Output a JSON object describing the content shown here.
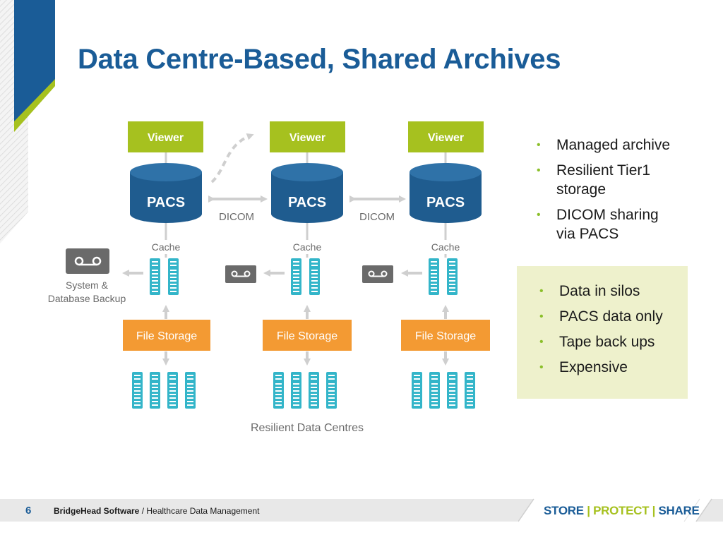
{
  "title": "Data Centre-Based, Shared Archives",
  "diagram": {
    "viewer_label": "Viewer",
    "pacs_label": "PACS",
    "dicom_label": "DICOM",
    "cache_label": "Cache",
    "file_storage_label": "File Storage",
    "backup_label_line1": "System &",
    "backup_label_line2": "Database Backup",
    "caption": "Resilient Data Centres"
  },
  "bullets_top": [
    "Managed archive",
    "Resilient Tier1",
    "storage",
    "DICOM sharing",
    "via PACS"
  ],
  "bullets_box": [
    "Data in silos",
    "PACS data only",
    "Tape back ups",
    "Expensive"
  ],
  "footer": {
    "page_number": "6",
    "company": "BridgeHead Software",
    "separator": " / ",
    "tagline": "Healthcare Data Management",
    "brand_store": "STORE",
    "brand_sep": " | ",
    "brand_protect": "PROTECT",
    "brand_share": "SHARE"
  },
  "colors": {
    "title": "#1a5c97",
    "viewer": "#a6c11f",
    "pacs": "#1f5c8f",
    "file_storage": "#f39a33",
    "server": "#33b5c9",
    "tape": "#6a6a6a",
    "bullet_dot": "#8bbf2a",
    "panel": "#eef1cc"
  }
}
